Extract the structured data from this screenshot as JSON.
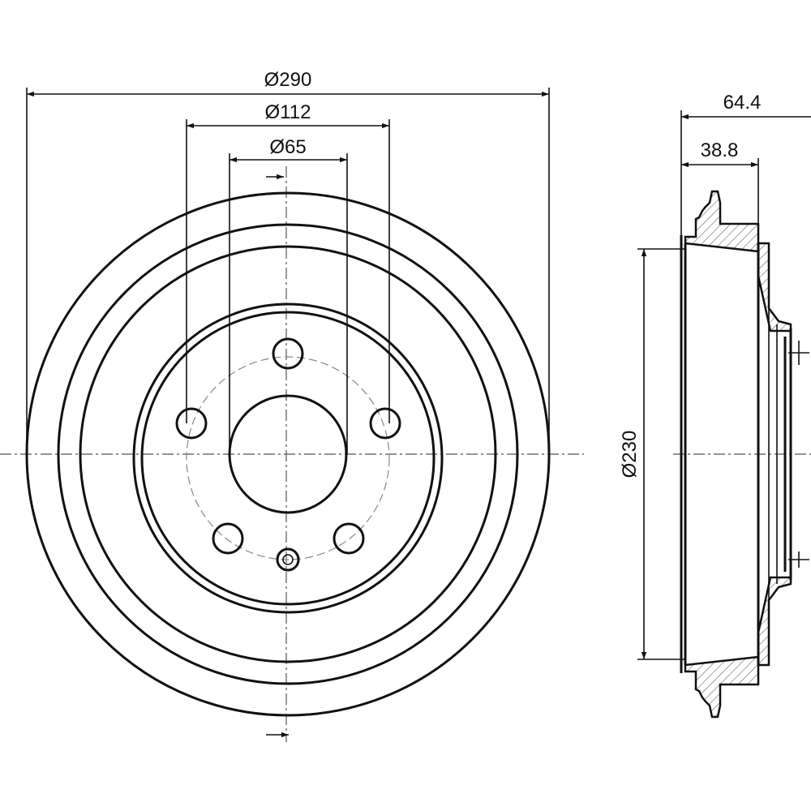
{
  "front_view": {
    "dimensions": {
      "outer_diameter": "Ø290",
      "bolt_circle_diameter": "Ø112",
      "center_bore_diameter": "Ø65"
    },
    "bolt_holes": 5,
    "has_locating_hole": true
  },
  "side_view": {
    "dimensions": {
      "overall_height": "64.4",
      "drum_depth": "38.8",
      "braking_surface_diameter": "Ø230"
    }
  }
}
